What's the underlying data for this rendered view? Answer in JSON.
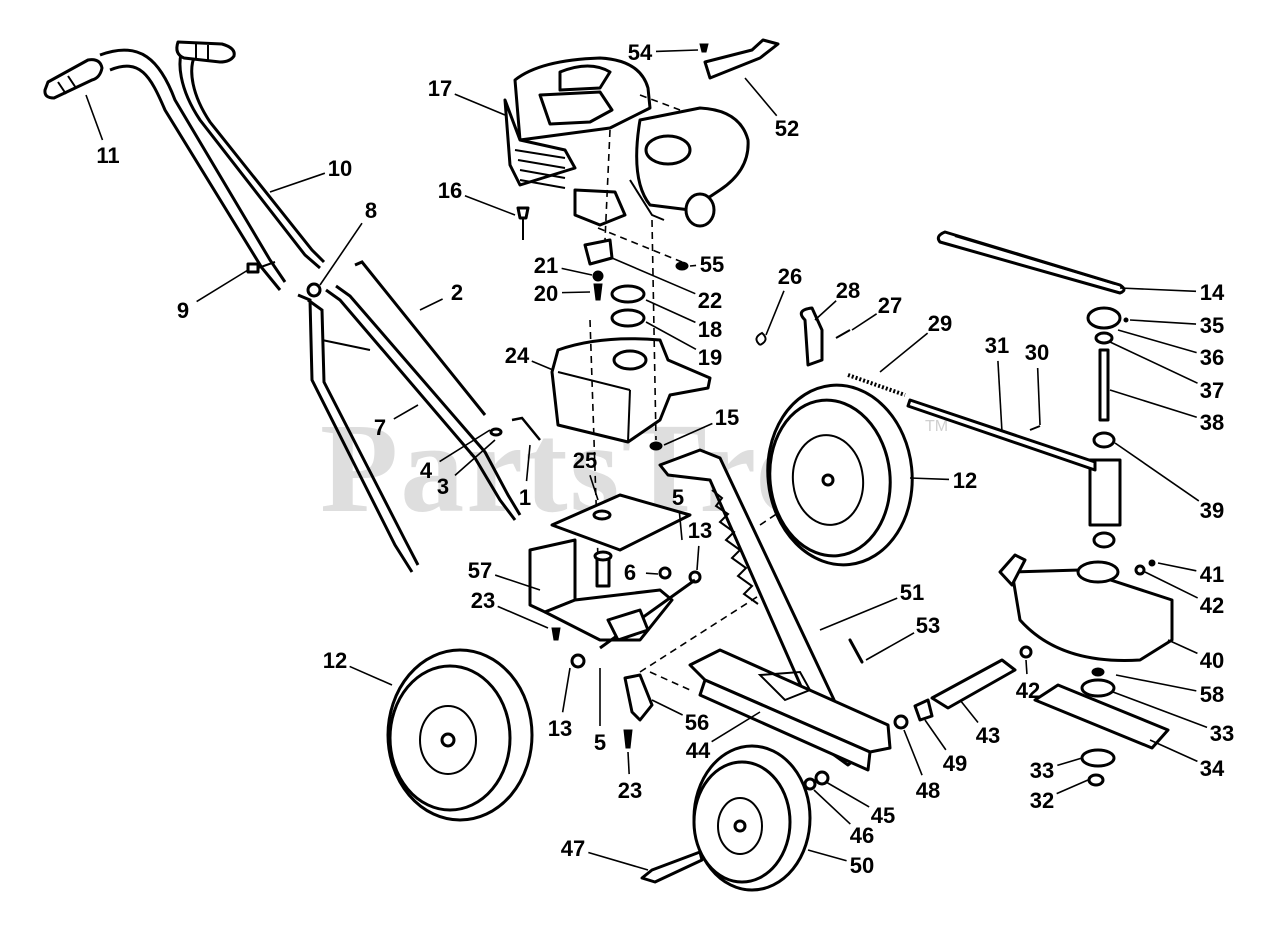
{
  "watermark": {
    "text": "PartsTree",
    "tm": "TM"
  },
  "callouts": [
    {
      "num": "1"
    },
    {
      "num": "2"
    },
    {
      "num": "3"
    },
    {
      "num": "4"
    },
    {
      "num": "5"
    },
    {
      "num": "5"
    },
    {
      "num": "6"
    },
    {
      "num": "7"
    },
    {
      "num": "8"
    },
    {
      "num": "9"
    },
    {
      "num": "10"
    },
    {
      "num": "11"
    },
    {
      "num": "12"
    },
    {
      "num": "12"
    },
    {
      "num": "13"
    },
    {
      "num": "13"
    },
    {
      "num": "14"
    },
    {
      "num": "15"
    },
    {
      "num": "16"
    },
    {
      "num": "17"
    },
    {
      "num": "18"
    },
    {
      "num": "19"
    },
    {
      "num": "20"
    },
    {
      "num": "21"
    },
    {
      "num": "22"
    },
    {
      "num": "23"
    },
    {
      "num": "23"
    },
    {
      "num": "24"
    },
    {
      "num": "25"
    },
    {
      "num": "26"
    },
    {
      "num": "27"
    },
    {
      "num": "28"
    },
    {
      "num": "29"
    },
    {
      "num": "30"
    },
    {
      "num": "31"
    },
    {
      "num": "32"
    },
    {
      "num": "33"
    },
    {
      "num": "33"
    },
    {
      "num": "34"
    },
    {
      "num": "35"
    },
    {
      "num": "36"
    },
    {
      "num": "37"
    },
    {
      "num": "38"
    },
    {
      "num": "39"
    },
    {
      "num": "40"
    },
    {
      "num": "41"
    },
    {
      "num": "42"
    },
    {
      "num": "42"
    },
    {
      "num": "43"
    },
    {
      "num": "44"
    },
    {
      "num": "45"
    },
    {
      "num": "46"
    },
    {
      "num": "47"
    },
    {
      "num": "48"
    },
    {
      "num": "49"
    },
    {
      "num": "50"
    },
    {
      "num": "51"
    },
    {
      "num": "52"
    },
    {
      "num": "53"
    },
    {
      "num": "54"
    },
    {
      "num": "55"
    },
    {
      "num": "56"
    },
    {
      "num": "57"
    },
    {
      "num": "58"
    }
  ]
}
